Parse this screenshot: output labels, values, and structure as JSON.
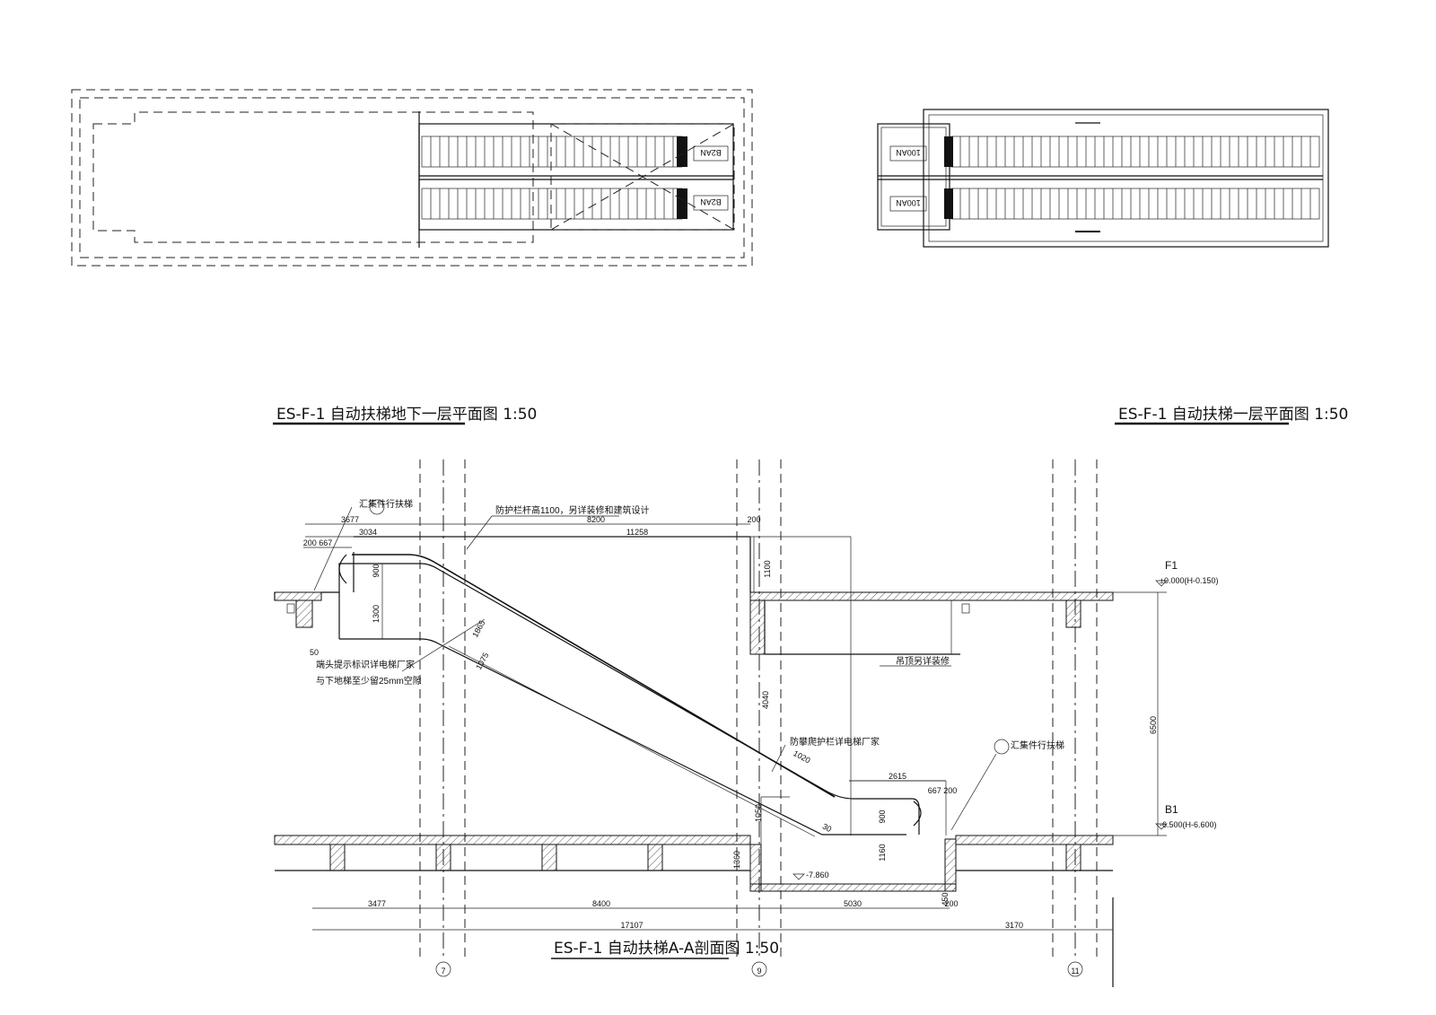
{
  "titles": {
    "plan_basement": "ES-F-1 自动扶梯地下一层平面图 1:50",
    "plan_ground": "ES-F-1 自动扶梯一层平面图 1:50",
    "section": "ES-F-1 自动扶梯A-A剖面图 1:50"
  },
  "plan_labels": {
    "basement_upper": "B2AN",
    "basement_lower": "B2AN",
    "ground_upper": "100AN",
    "ground_lower": "100AN"
  },
  "levels": {
    "f1_name": "F1",
    "f1_value": "±0.000(H-0.150)",
    "b1_name": "B1",
    "b1_value": "-6.500(H-6.600)",
    "pit_value": "-7.860"
  },
  "notes": {
    "top_left": "汇集件行扶梯",
    "guard": "防护栏杆高1100，另详装修和建筑设计",
    "left_anchor_1": "端头提示标识详电梯厂家",
    "left_anchor_2": "与下地梯至少留25mm空隙",
    "anti_climb": "防攀爬护栏详电梯厂家",
    "ceiling": "吊顶另详装修",
    "bottom_right": "汇集件行扶梯"
  },
  "dimensions": {
    "d3677": "3677",
    "d8200": "8200",
    "d200_top": "200",
    "d3034": "3034",
    "d11258": "11258",
    "d200_667": "200 667",
    "d1100": "1100",
    "d900_top": "900",
    "d1300": "1300",
    "d50": "50",
    "d1865": "1865",
    "d1075": "1075",
    "d4040": "4040",
    "d1020": "1020",
    "d6500": "6500",
    "d2615": "2615",
    "d667_200": "667 200",
    "d1050": "1050",
    "d900_bottom": "900",
    "d1160": "1160",
    "d1360": "1360",
    "d30": "30",
    "d3477": "3477",
    "d8400": "8400",
    "d5030": "5030",
    "d200_bottom": "200",
    "d17107": "17107",
    "d3170": "3170",
    "d450": "450"
  },
  "axes": {
    "a7": "7",
    "a9": "9",
    "a11": "11"
  }
}
